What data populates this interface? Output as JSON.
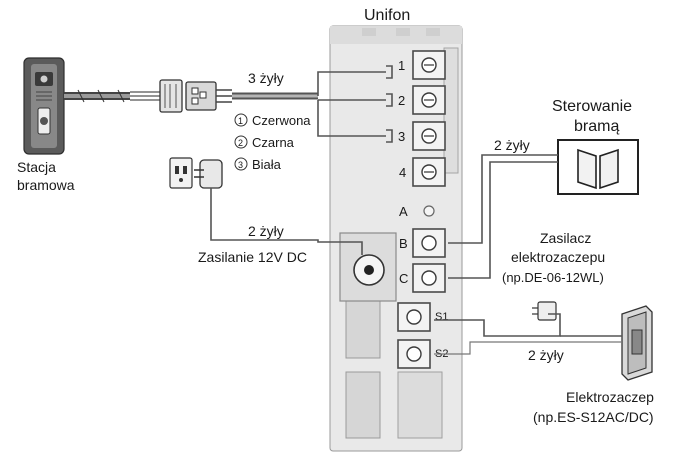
{
  "labels": {
    "unit_title": "Unifon",
    "gate_station_line1": "Stacja",
    "gate_station_line2": "bramowa",
    "three_wires": "3 żyły",
    "wire1": "Czerwona",
    "wire2": "Czarna",
    "wire3": "Biała",
    "wire1_num": "1",
    "wire2_num": "2",
    "wire3_num": "3",
    "two_wires_power": "2 żyły",
    "power_supply": "Zasilanie 12V DC",
    "gate_control_line1": "Sterowanie",
    "gate_control_line2": "bramą",
    "two_wires_gate": "2 żyły",
    "lock_psu_line1": "Zasilacz",
    "lock_psu_line2": "elektrozaczepu",
    "lock_psu_line3": "(np.DE-06-12WL)",
    "two_wires_lock": "2 żyły",
    "lock_line1": "Elektrozaczep",
    "lock_line2": "(np.ES-S12AC/DC)"
  },
  "terminals": [
    "1",
    "2",
    "3",
    "4",
    "A",
    "B",
    "C",
    "S1",
    "S2"
  ]
}
